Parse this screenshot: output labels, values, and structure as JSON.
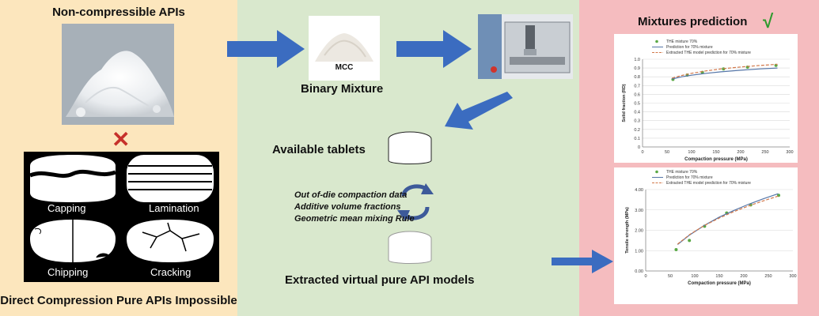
{
  "labels": {
    "non_compressible": "Non-compressible APIs",
    "direct_compression": "Direct Compression Pure APIs Impossible",
    "mcc": "MCC",
    "binary_mixture": "Binary Mixture",
    "available_tablets": "Available tablets",
    "extracted_models": "Extracted virtual pure API models",
    "mixtures_prediction": "Mixtures prediction",
    "check_mark": "√"
  },
  "steps": [
    "Out of-die compaction data",
    "Additive volume fractions",
    "Geometric mean mixing Rule"
  ],
  "defects": [
    "Capping",
    "Lamination",
    "Chipping",
    "Cracking"
  ],
  "colors": {
    "left_panel": "#fce6bd",
    "middle_panel": "#d9e8cd",
    "right_panel": "#f5bcbf",
    "arrow_blue": "#3b6cc0",
    "cross_red": "#c6312b",
    "check_green": "#2e9a2e",
    "measured_points": "#5aa845",
    "prediction_line": "#5576a8",
    "extracted_line": "#d2784a"
  },
  "chart_data": [
    {
      "type": "line",
      "xlabel": "Compaction pressure (MPa)",
      "ylabel": "Solid fraction (RD)",
      "xlim": [
        0,
        300
      ],
      "ylim": [
        0,
        1.0
      ],
      "xticks": [
        "0",
        "50",
        "100",
        "150",
        "200",
        "250",
        "300"
      ],
      "yticks": [
        "0",
        "0.1",
        "0.2",
        "0.3",
        "0.4",
        "0.5",
        "0.6",
        "0.7",
        "0.8",
        "0.9",
        "1.0"
      ],
      "legend_position": "top-left",
      "series": [
        {
          "name": "THE mixture 70%",
          "kind": "scatter",
          "x": [
            62,
            91,
            122,
            165,
            214,
            272
          ],
          "y": [
            0.77,
            0.82,
            0.85,
            0.89,
            0.91,
            0.93
          ]
        },
        {
          "name": "Prediction for 70% mixture",
          "kind": "line",
          "x": [
            60,
            80,
            100,
            130,
            160,
            200,
            240,
            275
          ],
          "y": [
            0.775,
            0.8,
            0.818,
            0.84,
            0.857,
            0.875,
            0.89,
            0.9
          ]
        },
        {
          "name": "Extracted THE model prediction for 70% mixture",
          "kind": "dashed",
          "x": [
            60,
            80,
            100,
            130,
            160,
            200,
            240,
            275
          ],
          "y": [
            0.785,
            0.815,
            0.84,
            0.868,
            0.89,
            0.912,
            0.93,
            0.942
          ]
        }
      ]
    },
    {
      "type": "line",
      "xlabel": "Compaction pressure (MPa)",
      "ylabel": "Tensile strength (MPa)",
      "xlim": [
        0,
        300
      ],
      "ylim": [
        0,
        4.0
      ],
      "xticks": [
        "0",
        "50",
        "100",
        "150",
        "200",
        "250",
        "300"
      ],
      "yticks": [
        "0.00",
        "1.00",
        "2.00",
        "3.00",
        "4.00"
      ],
      "legend_position": "top-left",
      "series": [
        {
          "name": "THE mixture 70%",
          "kind": "scatter",
          "x": [
            62,
            89,
            120,
            165,
            214,
            271
          ],
          "y": [
            1.05,
            1.5,
            2.2,
            2.85,
            3.25,
            3.72
          ]
        },
        {
          "name": "Prediction for 70% mixture",
          "kind": "line",
          "x": [
            65,
            90,
            120,
            150,
            180,
            210,
            240,
            270
          ],
          "y": [
            1.3,
            1.78,
            2.25,
            2.65,
            2.98,
            3.28,
            3.55,
            3.8
          ]
        },
        {
          "name": "Extracted THE model prediction for 70% mixture",
          "kind": "dashed",
          "x": [
            65,
            90,
            120,
            150,
            180,
            210,
            240,
            270
          ],
          "y": [
            1.32,
            1.8,
            2.24,
            2.6,
            2.92,
            3.2,
            3.45,
            3.68
          ]
        }
      ]
    }
  ]
}
